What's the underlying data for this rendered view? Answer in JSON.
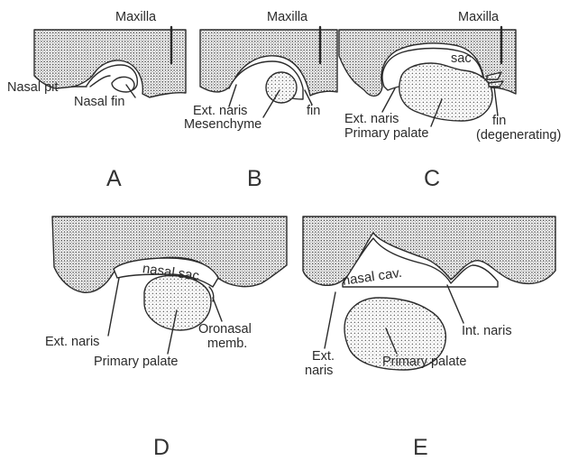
{
  "colors": {
    "ink": "#2b2b2b",
    "stipple": "#555555",
    "background": "#ffffff"
  },
  "panels": [
    {
      "id": "A",
      "letter": "A",
      "labels": {
        "maxilla": "Maxilla",
        "nasal_pit": "Nasal pit",
        "nasal_fin": "Nasal fin"
      }
    },
    {
      "id": "B",
      "letter": "B",
      "labels": {
        "maxilla": "Maxilla",
        "ext_naris": "Ext. naris",
        "mesenchyme": "Mesenchyme",
        "fin": "fin"
      }
    },
    {
      "id": "C",
      "letter": "C",
      "labels": {
        "maxilla": "Maxilla",
        "sac": "sac",
        "ext_naris": "Ext. naris",
        "primary_palate": "Primary palate",
        "fin": "fin",
        "fin_note": "(degenerating)"
      }
    },
    {
      "id": "D",
      "letter": "D",
      "labels": {
        "nasal_sac": "nasal sac",
        "ext_naris": "Ext. naris",
        "primary_palate": "Primary palate",
        "oronasal_1": "Oronasal",
        "oronasal_2": "memb."
      }
    },
    {
      "id": "E",
      "letter": "E",
      "labels": {
        "nasal_cav": "nasal cav.",
        "ext_naris_1": "Ext.",
        "ext_naris_2": "naris",
        "primary_palate": "Primary palate",
        "int_naris": "Int. naris"
      }
    }
  ]
}
